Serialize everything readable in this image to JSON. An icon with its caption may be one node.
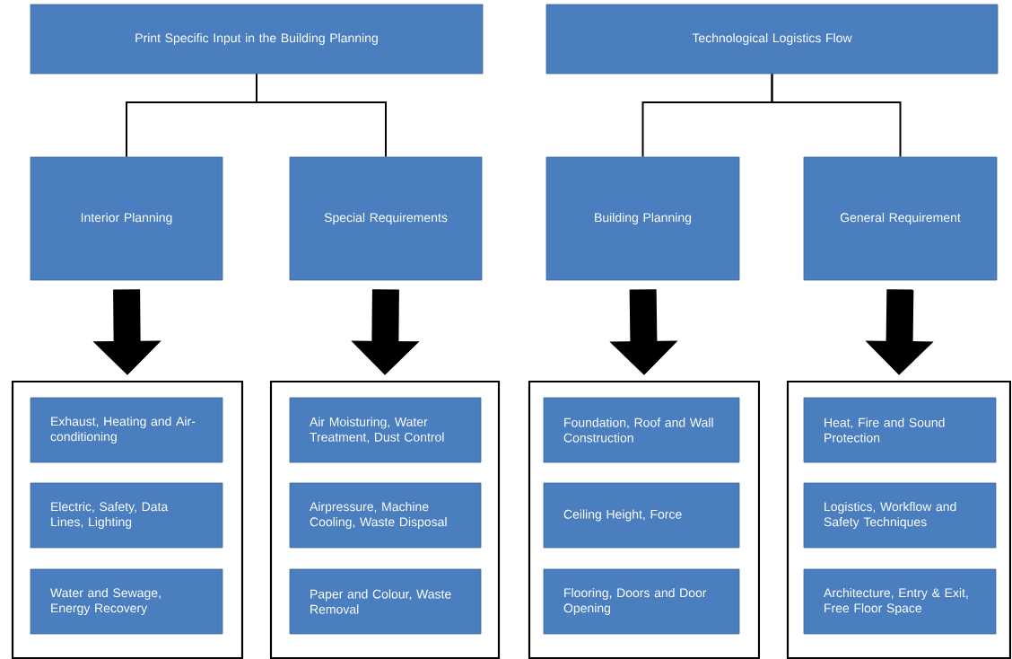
{
  "diagram": {
    "nodes": [
      {
        "text": [
          "Print Specific Input in the Building Planning"
        ]
      },
      {
        "text": [
          "Technological Logistics Flow"
        ]
      },
      {
        "text": [
          "Interior Planning"
        ]
      },
      {
        "text": [
          "Special Requirements"
        ]
      },
      {
        "text": [
          "Building Planning"
        ]
      },
      {
        "text": [
          "General Requirement"
        ]
      },
      {
        "text": [],
        "shape": "box"
      },
      {
        "text": [
          "Exhaust, Heating and Air-conditioning"
        ],
        "in": 6
      },
      {
        "text": [
          "Electric, Safety, Data Lines, Lighting"
        ],
        "in": 6
      },
      {
        "text": [
          "Water and Sewage, Energy Recovery"
        ],
        "in": 6
      },
      {
        "text": [],
        "shape": "box"
      },
      {
        "text": [
          "Air Moisturing, Water Treatment, Dust Control"
        ],
        "in": 10
      },
      {
        "text": [
          "Airpressure, Machine Cooling, Waste Disposal"
        ],
        "in": 10
      },
      {
        "text": [
          "Paper and Colour, Waste Removal"
        ],
        "in": 10
      },
      {
        "text": [],
        "shape": "box"
      },
      {
        "text": [
          "Foundation, Roof and Wall Construction"
        ],
        "in": 14
      },
      {
        "text": [
          "Ceiling Height, Force"
        ],
        "in": 14
      },
      {
        "text": [
          "Flooring, Doors and Door Opening"
        ],
        "in": 14
      },
      {
        "text": [],
        "shape": "box"
      },
      {
        "text": [
          "Heat, Fire and Sound Protection"
        ],
        "in": 18
      },
      {
        "text": [
          "Logistics, Workflow and Safety Techniques"
        ],
        "in": 18
      },
      {
        "text": [
          "Architecture, Entry & Exit, Free Floor Space"
        ],
        "in": 18
      }
    ],
    "edges": [
      {
        "from": 0,
        "to": 2,
        "arrow": "none"
      },
      {
        "from": 0,
        "to": 3,
        "arrow": "none"
      },
      {
        "from": 1,
        "to": 4,
        "arrow": "none"
      },
      {
        "from": 1,
        "to": 5,
        "arrow": "none"
      },
      {
        "from": 2,
        "to": 6,
        "arrow": "to",
        "style": "thick"
      },
      {
        "from": 3,
        "to": 10,
        "arrow": "to",
        "style": "thick"
      },
      {
        "from": 4,
        "to": 14,
        "arrow": "to",
        "style": "thick"
      },
      {
        "from": 5,
        "to": 18,
        "arrow": "to",
        "style": "thick"
      }
    ]
  }
}
